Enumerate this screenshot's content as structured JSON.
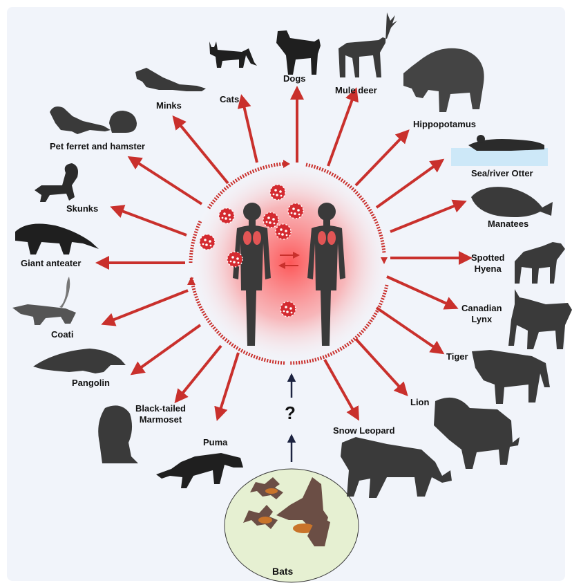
{
  "colors": {
    "background": "#f1f4fa",
    "arrow": "#c9302c",
    "virus": "#d42a30",
    "glow": "#ff3b3b",
    "silhouette": "#3a3a3a",
    "bat_circle": "#e6f0d2",
    "bat_body": "#c9742a",
    "water": "#cde8f8"
  },
  "center": {
    "humans": 2,
    "virus_particles": 8,
    "transmission": "bidirectional"
  },
  "source": {
    "label": "Bats",
    "question_mark": "?"
  },
  "animals": [
    {
      "id": "cats",
      "label": "Cats",
      "icon": "cat-icon"
    },
    {
      "id": "dogs",
      "label": "Dogs",
      "icon": "dog-icon"
    },
    {
      "id": "mule-deer",
      "label": "Mule deer",
      "icon": "deer-icon"
    },
    {
      "id": "hippopotamus",
      "label": "Hippopotamus",
      "icon": "hippo-icon"
    },
    {
      "id": "otter",
      "label": "Sea/river Otter",
      "icon": "otter-icon"
    },
    {
      "id": "manatees",
      "label": "Manatees",
      "icon": "manatee-icon"
    },
    {
      "id": "hyena",
      "label": "Spotted\nHyena",
      "icon": "hyena-icon"
    },
    {
      "id": "lynx",
      "label": "Canadian\nLynx",
      "icon": "lynx-icon"
    },
    {
      "id": "tiger",
      "label": "Tiger",
      "icon": "tiger-icon"
    },
    {
      "id": "lion",
      "label": "Lion",
      "icon": "lion-icon"
    },
    {
      "id": "snow-leopard",
      "label": "Snow Leopard",
      "icon": "snow-leopard-icon"
    },
    {
      "id": "puma",
      "label": "Puma",
      "icon": "puma-icon"
    },
    {
      "id": "marmoset",
      "label": "Black-tailed\nMarmoset",
      "icon": "marmoset-icon"
    },
    {
      "id": "pangolin",
      "label": "Pangolin",
      "icon": "pangolin-icon"
    },
    {
      "id": "coati",
      "label": "Coati",
      "icon": "coati-icon"
    },
    {
      "id": "anteater",
      "label": "Giant anteater",
      "icon": "anteater-icon"
    },
    {
      "id": "skunks",
      "label": "Skunks",
      "icon": "skunk-icon"
    },
    {
      "id": "ferret-hamster",
      "label": "Pet ferret and hamster",
      "icon": "ferret-hamster-icon"
    },
    {
      "id": "minks",
      "label": "Minks",
      "icon": "mink-icon"
    }
  ]
}
